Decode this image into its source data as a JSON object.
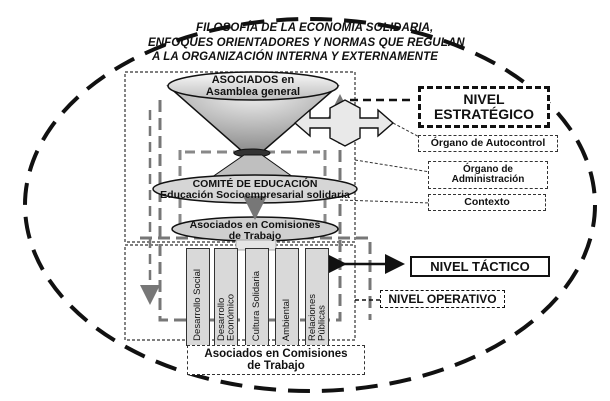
{
  "header": {
    "line1": "FILOSOFÍA DE LA ECONOMÍA SOLIDARIA,",
    "line2": "ENFOQUES ORIENTADORES Y NORMAS QUE REGULAN",
    "line3": "A LA ORGANIZACIÓN INTERNA Y EXTERNAMENTE"
  },
  "asamblea": {
    "line1": "ASOCIADOS en",
    "line2": "Asamblea general"
  },
  "comite": {
    "line1": "COMITÉ DE EDUCACIÓN",
    "line2": "Educación Socioempresarial solidaria"
  },
  "comisiones_mid": {
    "line1": "Asociados en Comisiones",
    "line2": "de Trabajo"
  },
  "nivel_estrategico": {
    "line1": "NIVEL",
    "line2": "ESTRATÉGICO"
  },
  "side_boxes": {
    "autocontrol": "Órgano de Autocontrol",
    "administracion_1": "Órgano de",
    "administracion_2": "Administración",
    "contexto": "Contexto"
  },
  "nivel_tactico": "NIVEL TÁCTICO",
  "nivel_operativo": "NIVEL OPERATIVO",
  "columns": [
    {
      "line1": "Desarrollo Social",
      "line2": ""
    },
    {
      "line1": "Desarrollo",
      "line2": "Económico"
    },
    {
      "line1": "Cultura Solidaria",
      "line2": ""
    },
    {
      "line1": "Ambiental",
      "line2": ""
    },
    {
      "line1": "Relaciones",
      "line2": "Públicas"
    }
  ],
  "comisiones_bottom": {
    "line1": "Asociados en Comisiones",
    "line2": "de Trabajo"
  },
  "colors": {
    "fill_gray": "#d0d0d0",
    "dark_gray": "#555555",
    "line": "#111111"
  }
}
